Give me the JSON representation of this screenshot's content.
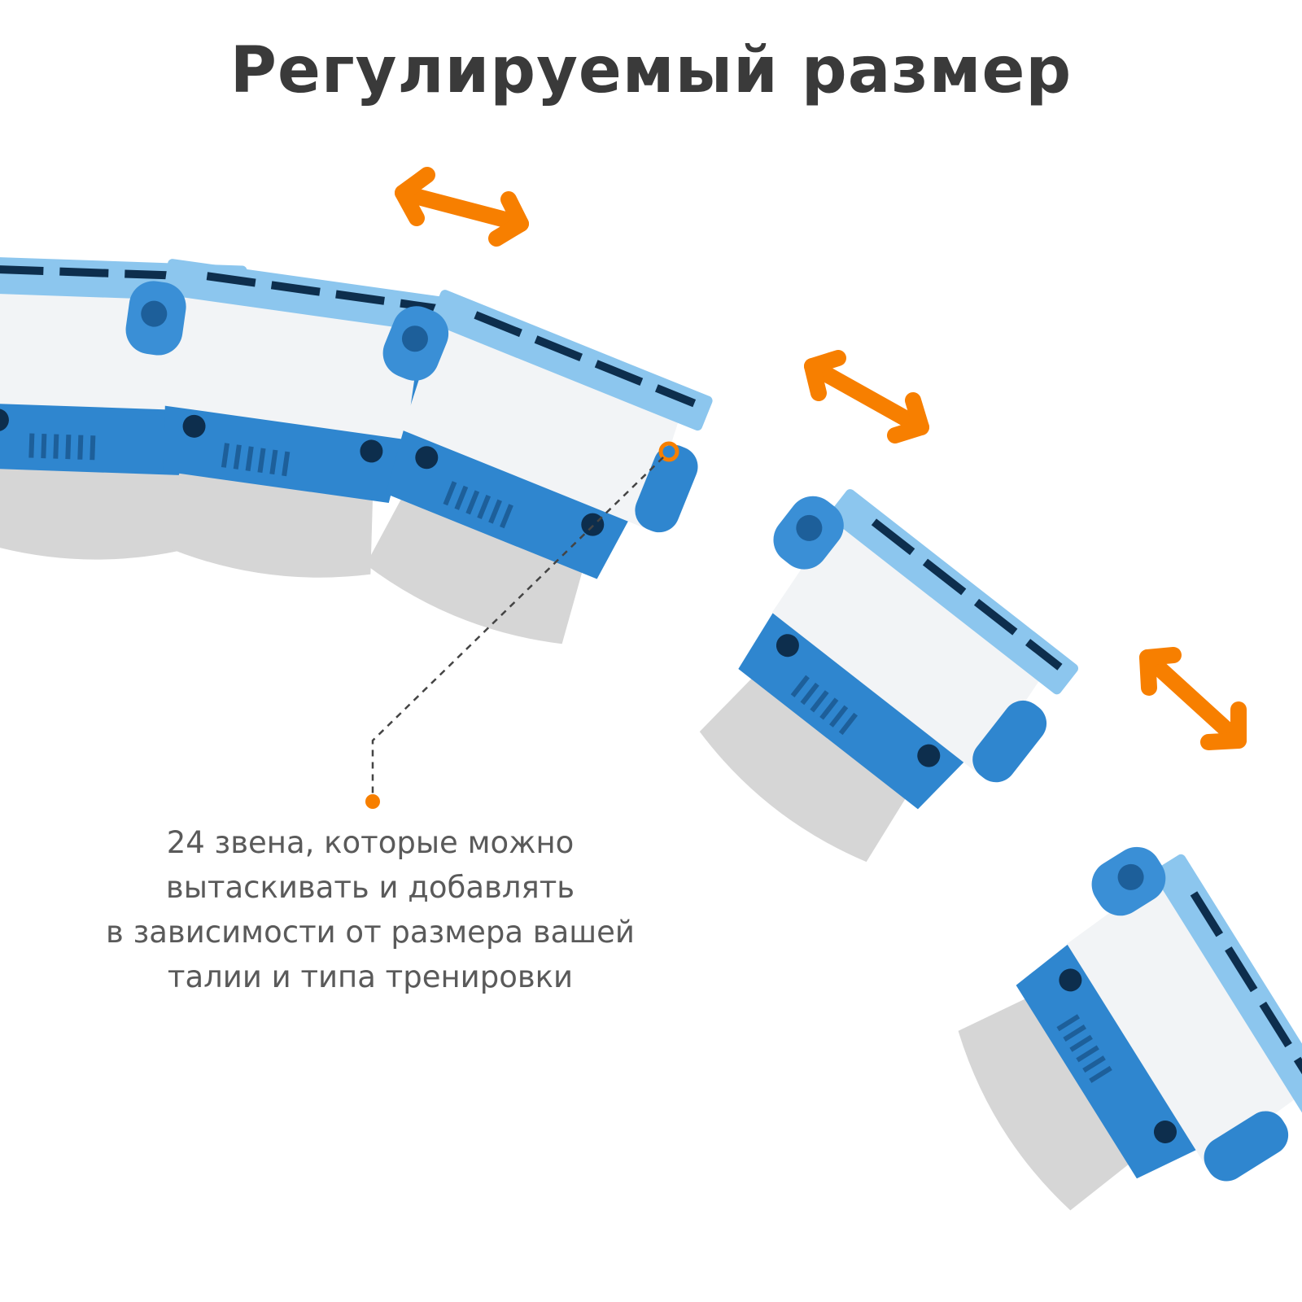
{
  "title": "Регулируемый размер",
  "description": {
    "lines": [
      "24 звена, которые можно",
      "вытаскивать и добавлять",
      "в зависимости от размера вашей",
      "талии и типа тренировки"
    ]
  },
  "colors": {
    "accent": "#f77f00",
    "hoop_blue": "#2f86cf",
    "hoop_light_blue": "#8cc6ee",
    "hoop_white": "#f2f4f6",
    "pad_gray": "#d4d4d4",
    "text": "#3a3a3a"
  }
}
